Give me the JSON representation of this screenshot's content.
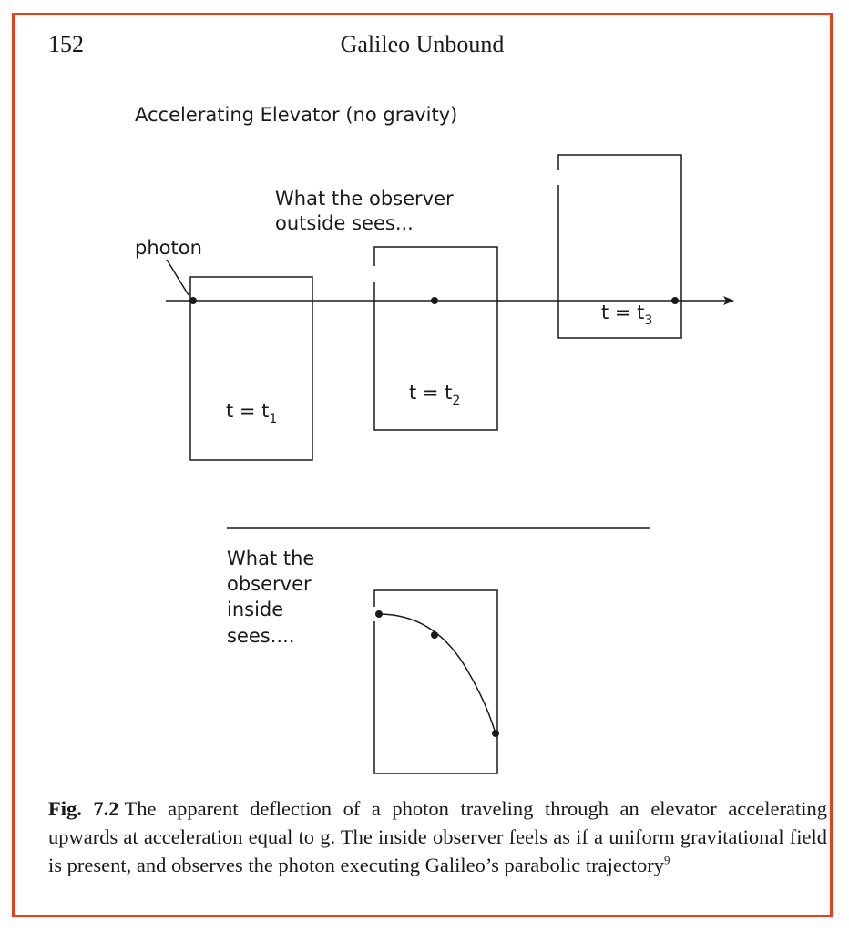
{
  "header": {
    "page_number": "152",
    "running_title": "Galileo Unbound"
  },
  "figure": {
    "title": "Accelerating Elevator (no gravity)",
    "outside_caption_line1": "What the observer",
    "outside_caption_line2": "outside sees...",
    "photon_label": "photon",
    "times": [
      {
        "t": "t = t",
        "sub": "1"
      },
      {
        "t": "t = t",
        "sub": "2"
      },
      {
        "t": "t = t",
        "sub": "3"
      }
    ],
    "inside_caption_lines": [
      "What the",
      "observer",
      "inside",
      "sees...."
    ]
  },
  "caption": {
    "label": "Fig. 7.2",
    "text": "The apparent deflection of a photon traveling through an elevator accelerating upwards at acceleration equal to g. The inside observer feels as if a uniform gravitational field is present, and observes the photon executing Galileo’s parabolic trajectory",
    "footnote": "9"
  }
}
